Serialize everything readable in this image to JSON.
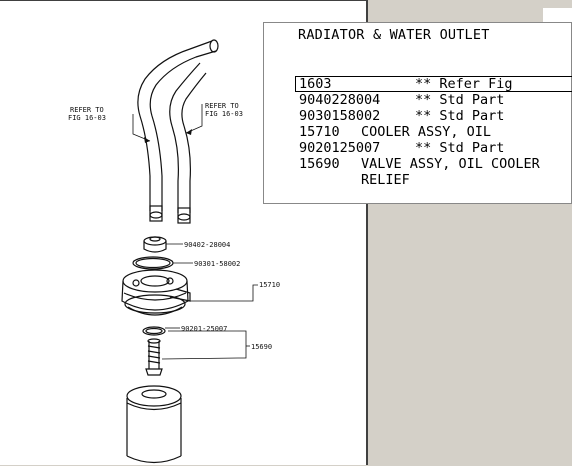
{
  "panel": {
    "title": "RADIATOR & WATER OUTLET"
  },
  "parts": [
    {
      "part_no": "1603",
      "desc": "** Refer Fig",
      "style": "std"
    },
    {
      "part_no": "9040228004",
      "desc": "** Std Part",
      "style": "std"
    },
    {
      "part_no": "9030158002",
      "desc": "** Std Part",
      "style": "std"
    },
    {
      "part_no": "15710",
      "desc": "COOLER ASSY, OIL",
      "style": "short"
    },
    {
      "part_no": "9020125007",
      "desc": "** Std Part",
      "style": "std"
    },
    {
      "part_no": "15690",
      "desc": "VALVE ASSY, OIL COOLER",
      "desc_line2": "RELIEF",
      "style": "short"
    }
  ],
  "drawing": {
    "refer_left_1": "REFER TO",
    "refer_left_2": "FIG 16-03",
    "refer_right_1": "REFER TO",
    "refer_right_2": "FIG 16-03",
    "label_a": "90402-28004",
    "label_b": "90301-58002",
    "label_c": "15710",
    "label_d": "90201-25007",
    "label_e": "15690"
  }
}
